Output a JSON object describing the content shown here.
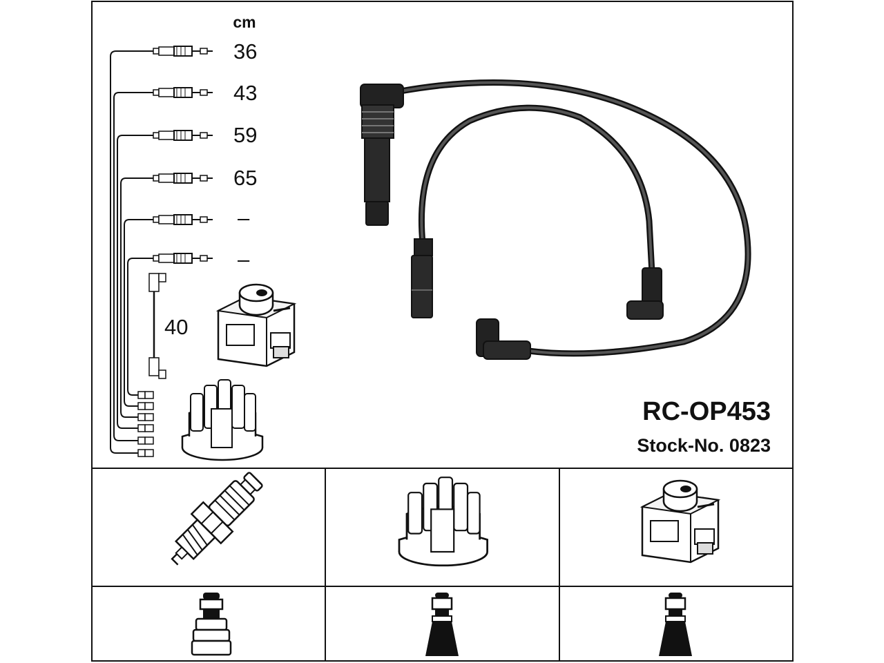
{
  "diagram": {
    "unit_label": "cm",
    "wire_lengths": [
      "36",
      "43",
      "59",
      "65",
      "–",
      "–"
    ],
    "coil_lead_length": "40",
    "part_number": "RC-OP453",
    "stock_number": "Stock-No. 0823",
    "bottom_panels": [
      "spark-plug",
      "distributor-cap",
      "ignition-coil"
    ],
    "terminals": [
      "plug-terminal",
      "cap-terminal",
      "coil-terminal"
    ]
  }
}
